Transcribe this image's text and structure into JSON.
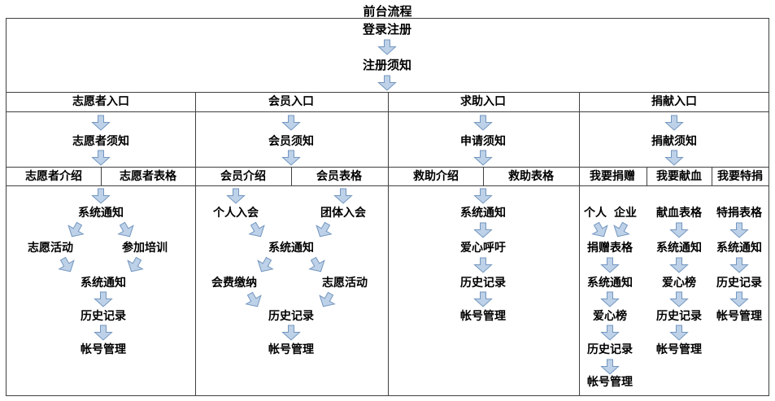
{
  "title": "前台流程",
  "colors": {
    "arrow_fill": "#bdd1e8",
    "arrow_stroke": "#7396bf",
    "border": "#404040",
    "text": "#000000"
  },
  "icons": {
    "flow_arrow": "down-block-arrow"
  },
  "pre_entry": {
    "login": "登录注册",
    "register_notice": "注册须知"
  },
  "entrances": {
    "volunteer": "志愿者入口",
    "member": "会员入口",
    "help": "求助入口",
    "donation": "捐献入口"
  },
  "notices": {
    "volunteer": "志愿者须知",
    "member": "会员须知",
    "help": "申请须知",
    "donation": "捐献须知"
  },
  "tabs": {
    "volunteer_intro": "志愿者介绍",
    "volunteer_form": "志愿者表格",
    "member_intro": "会员介绍",
    "member_form": "会员表格",
    "rescue_intro": "救助介绍",
    "rescue_form": "救助表格",
    "donate": "我要捐赠",
    "blood": "我要献血",
    "special": "我要特捐"
  },
  "volunteer_flow": {
    "system_notice_1": "系统通知",
    "activity": "志愿活动",
    "training": "参加培训",
    "system_notice_2": "系统通知",
    "history": "历史记录",
    "account": "帐号管理"
  },
  "member_flow": {
    "personal_join": "个人入会",
    "group_join": "团体入会",
    "system_notice": "系统通知",
    "fee_payment": "会费缴纳",
    "activity": "志愿活动",
    "history": "历史记录",
    "account": "帐号管理"
  },
  "help_flow": {
    "system_notice": "系统通知",
    "appeal": "爱心呼吁",
    "history": "历史记录",
    "account": "帐号管理"
  },
  "donate_flow": {
    "personal": "个人",
    "enterprise": "企业",
    "form": "捐赠表格",
    "system_notice": "系统通知",
    "love_list": "爱心榜",
    "history": "历史记录",
    "account": "帐号管理"
  },
  "blood_flow": {
    "form": "献血表格",
    "system_notice": "系统通知",
    "love_list": "爱心榜",
    "history": "历史记录",
    "account": "帐号管理"
  },
  "special_flow": {
    "form": "特捐表格",
    "system_notice": "系统通知",
    "history": "历史记录",
    "account": "帐号管理"
  }
}
